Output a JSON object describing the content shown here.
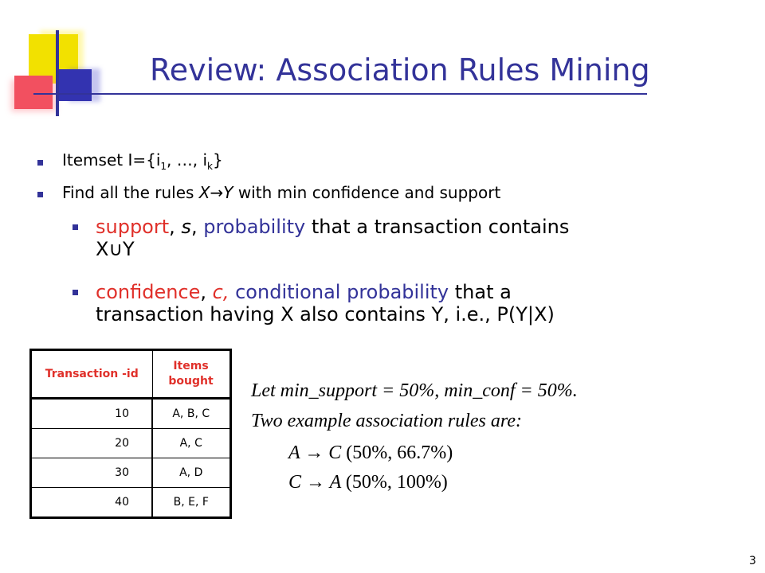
{
  "slide": {
    "title": "Review: Association Rules Mining",
    "page_number": "3"
  },
  "bullets": {
    "itemset_prefix": "Itemset I={i",
    "itemset_sub1": "1",
    "itemset_mid": ", …, i",
    "itemset_subk": "k",
    "itemset_suffix": "}",
    "find_prefix": "Find all the rules ",
    "find_rule": "X→Y",
    "find_suffix": " with min confidence and support",
    "support_term": "support",
    "support_sep": ", ",
    "support_symbol": "s",
    "support_sep2": ", ",
    "support_prob": "probability",
    "support_rest": " that a transaction contains",
    "support_union": "X∪Y",
    "conf_term": "confidence",
    "conf_sep": ", ",
    "conf_symbol": "c,",
    "conf_prob": " conditional probability",
    "conf_rest_line1": " that a",
    "conf_line2": "transaction having X also contains Y, i.e., P(Y|X)"
  },
  "table": {
    "headers": [
      "Transaction -id",
      "Items bought"
    ],
    "rows": [
      [
        "10",
        "A, B, C"
      ],
      [
        "20",
        "A, C"
      ],
      [
        "30",
        "A, D"
      ],
      [
        "40",
        "B, E, F"
      ]
    ]
  },
  "example": {
    "line1": "Let  min_support = 50%, min_conf  = 50%.",
    "line2": "Two example association rules are:",
    "rule1_lhs": "A",
    "rule1_arrow": "→",
    "rule1_rhs": "C",
    "rule1_vals": "(50%, 66.7%)",
    "rule2_lhs": "C",
    "rule2_arrow": "→",
    "rule2_rhs": "A",
    "rule2_vals": "(50%, 100%)"
  }
}
